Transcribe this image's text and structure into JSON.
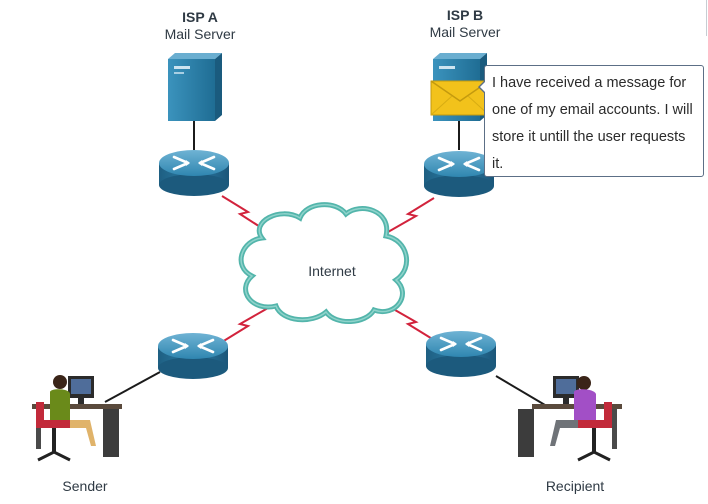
{
  "isp_a": {
    "name": "ISP A",
    "role": "Mail Server"
  },
  "isp_b": {
    "name": "ISP B",
    "role": "Mail Server"
  },
  "cloud": {
    "label": "Internet"
  },
  "callout": {
    "text": "I have received a message for one of my email accounts. I will store it untill the user requests it."
  },
  "hosts": {
    "sender": "Sender",
    "recipient": "Recipient"
  },
  "colors": {
    "router": "#2a7da6",
    "server": "#2f7fa6",
    "cloud_outline": "#4bb3a8",
    "serial_link": "#d2233c",
    "callout_border": "#5c6f86",
    "envelope": "#f2c21b"
  },
  "icons": [
    "mail-server-icon",
    "router-icon",
    "internet-cloud-icon",
    "envelope-icon",
    "workstation-user-icon",
    "serial-link-icon"
  ]
}
